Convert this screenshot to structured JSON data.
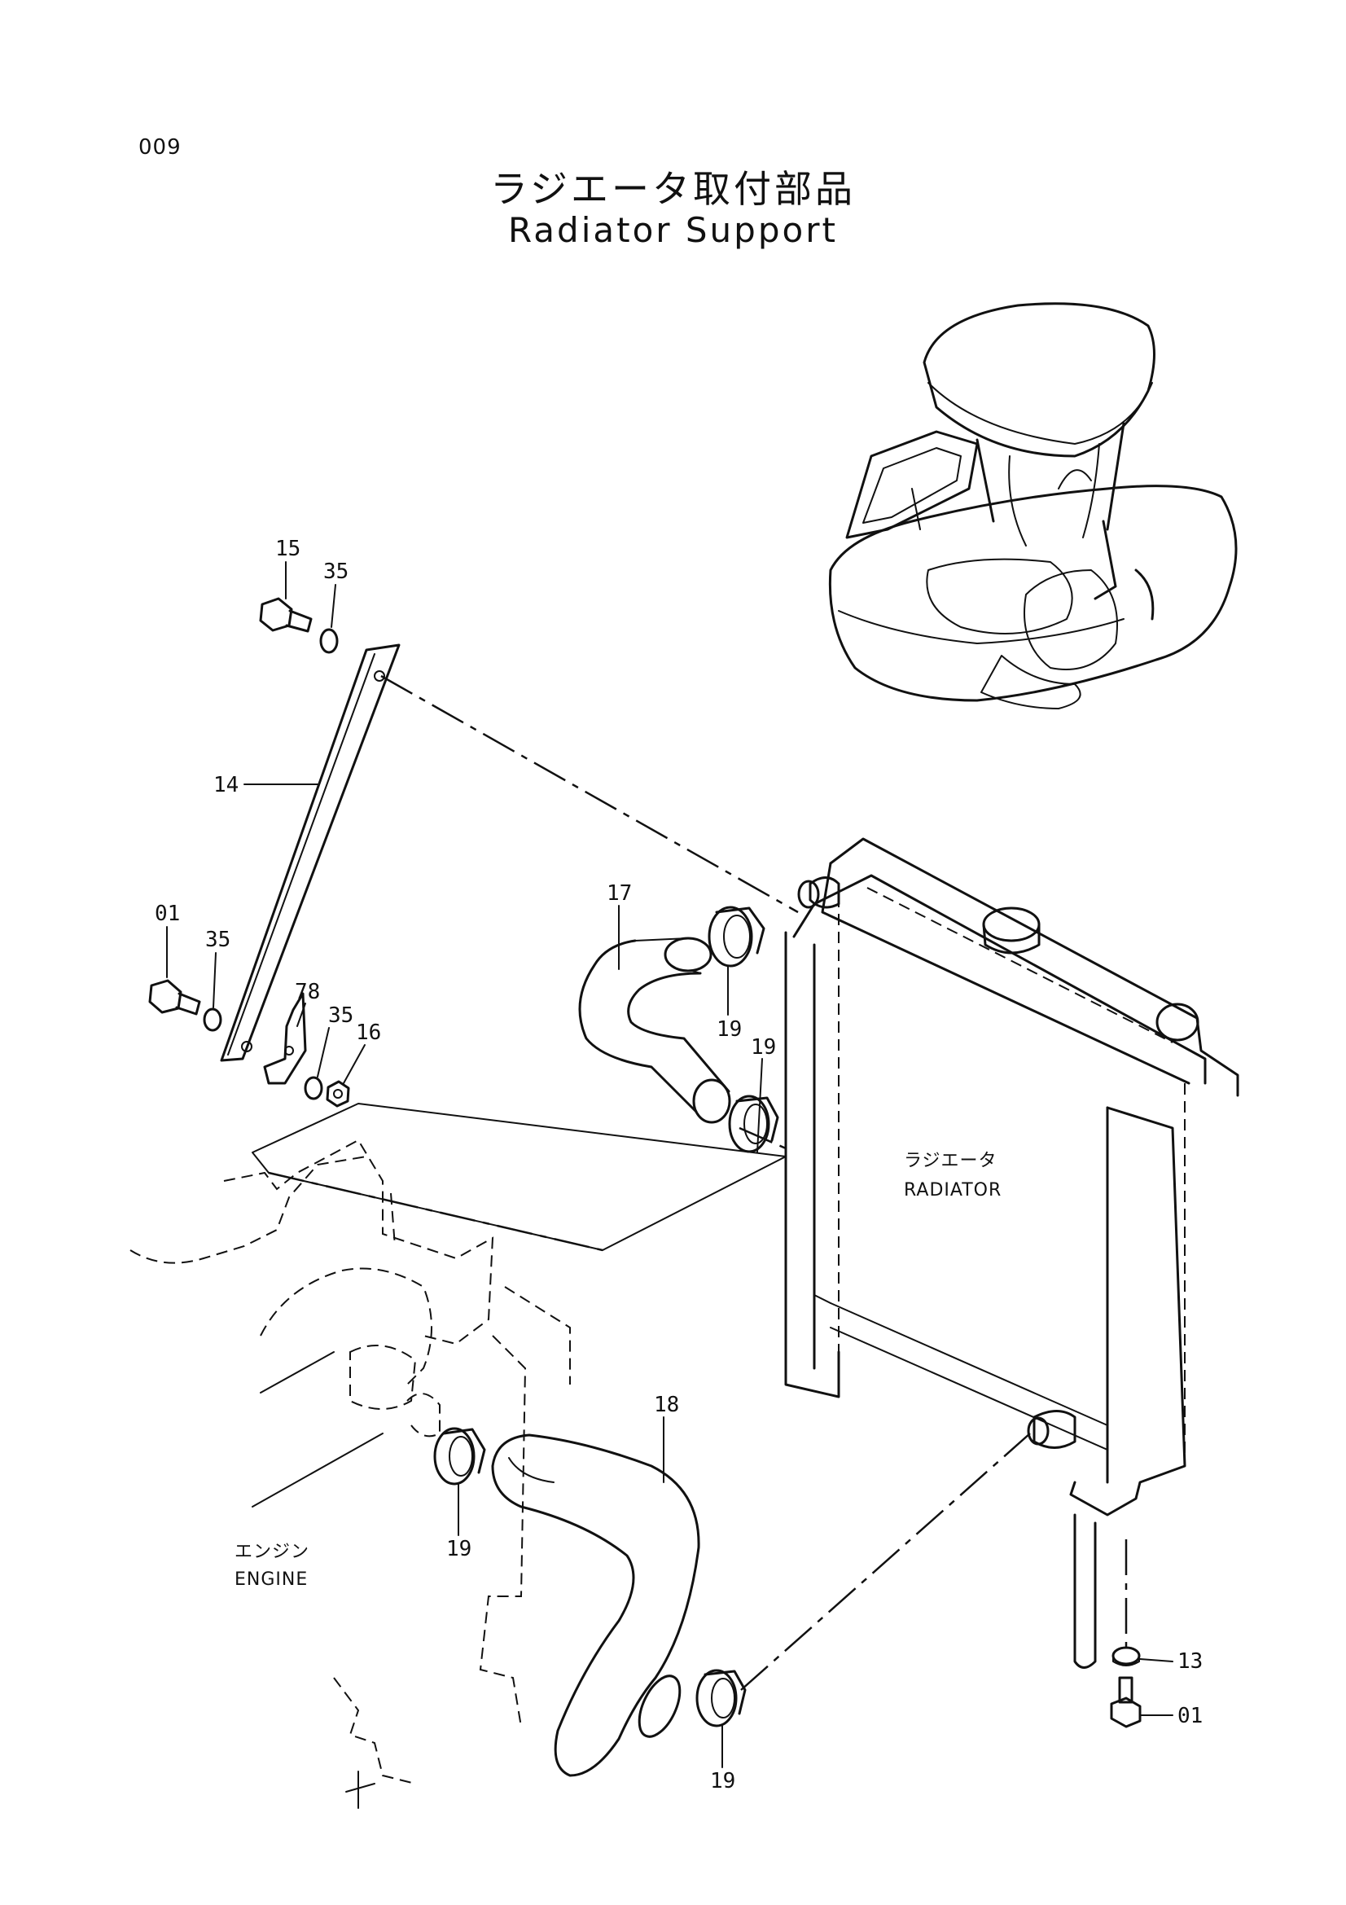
{
  "page_number": "009",
  "title_jp": "ラジエータ取付部品",
  "title_en": "Radiator Support",
  "callouts": {
    "p15": "15",
    "p35a": "35",
    "p14": "14",
    "p01a": "01",
    "p35b": "35",
    "p78": "78",
    "p35c": "35",
    "p16": "16",
    "p17": "17",
    "p19a": "19",
    "p19b": "19",
    "p18": "18",
    "p19c": "19",
    "p19d": "19",
    "p13": "13",
    "p01b": "01"
  },
  "labels": {
    "radiator_jp": "ラジエータ",
    "radiator_en": "RADIATOR",
    "engine_jp": "エンジン",
    "engine_en": "ENGINE"
  }
}
